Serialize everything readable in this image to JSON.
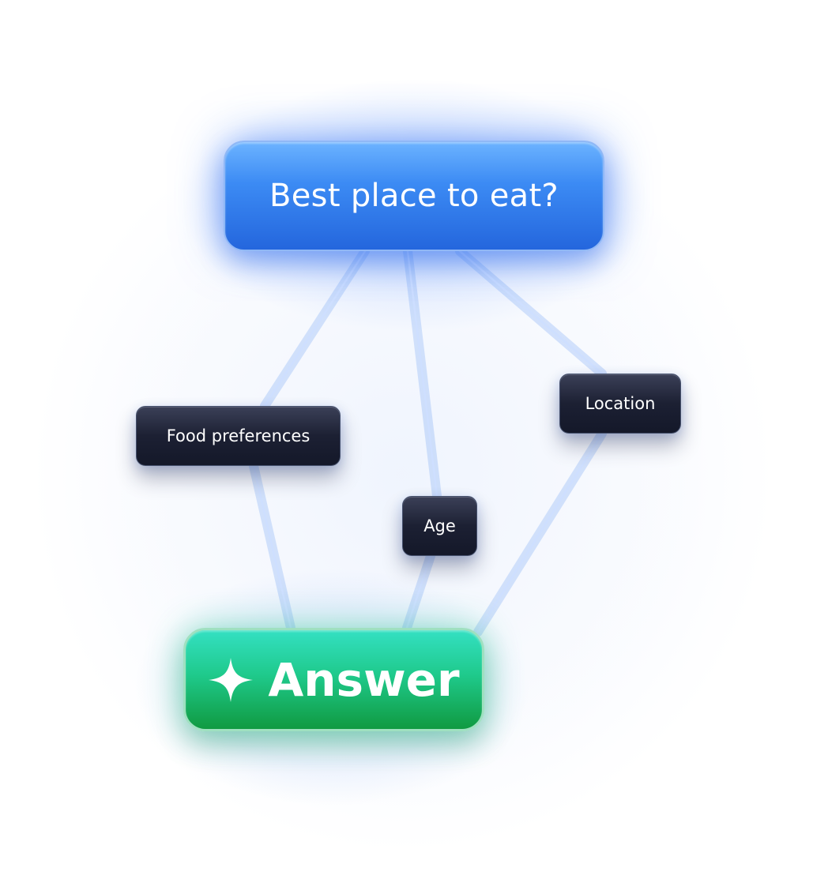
{
  "diagram": {
    "question": {
      "label": "Best place to eat?",
      "color": "#2f7cf0"
    },
    "factors": [
      {
        "id": "food",
        "label": "Food preferences"
      },
      {
        "id": "location",
        "label": "Location"
      },
      {
        "id": "age",
        "label": "Age"
      }
    ],
    "answer": {
      "label": "Answer",
      "icon": "sparkle-icon",
      "color": "#1fca8c"
    },
    "factor_color": "#1c2033",
    "connector_color": "#cddcff"
  }
}
